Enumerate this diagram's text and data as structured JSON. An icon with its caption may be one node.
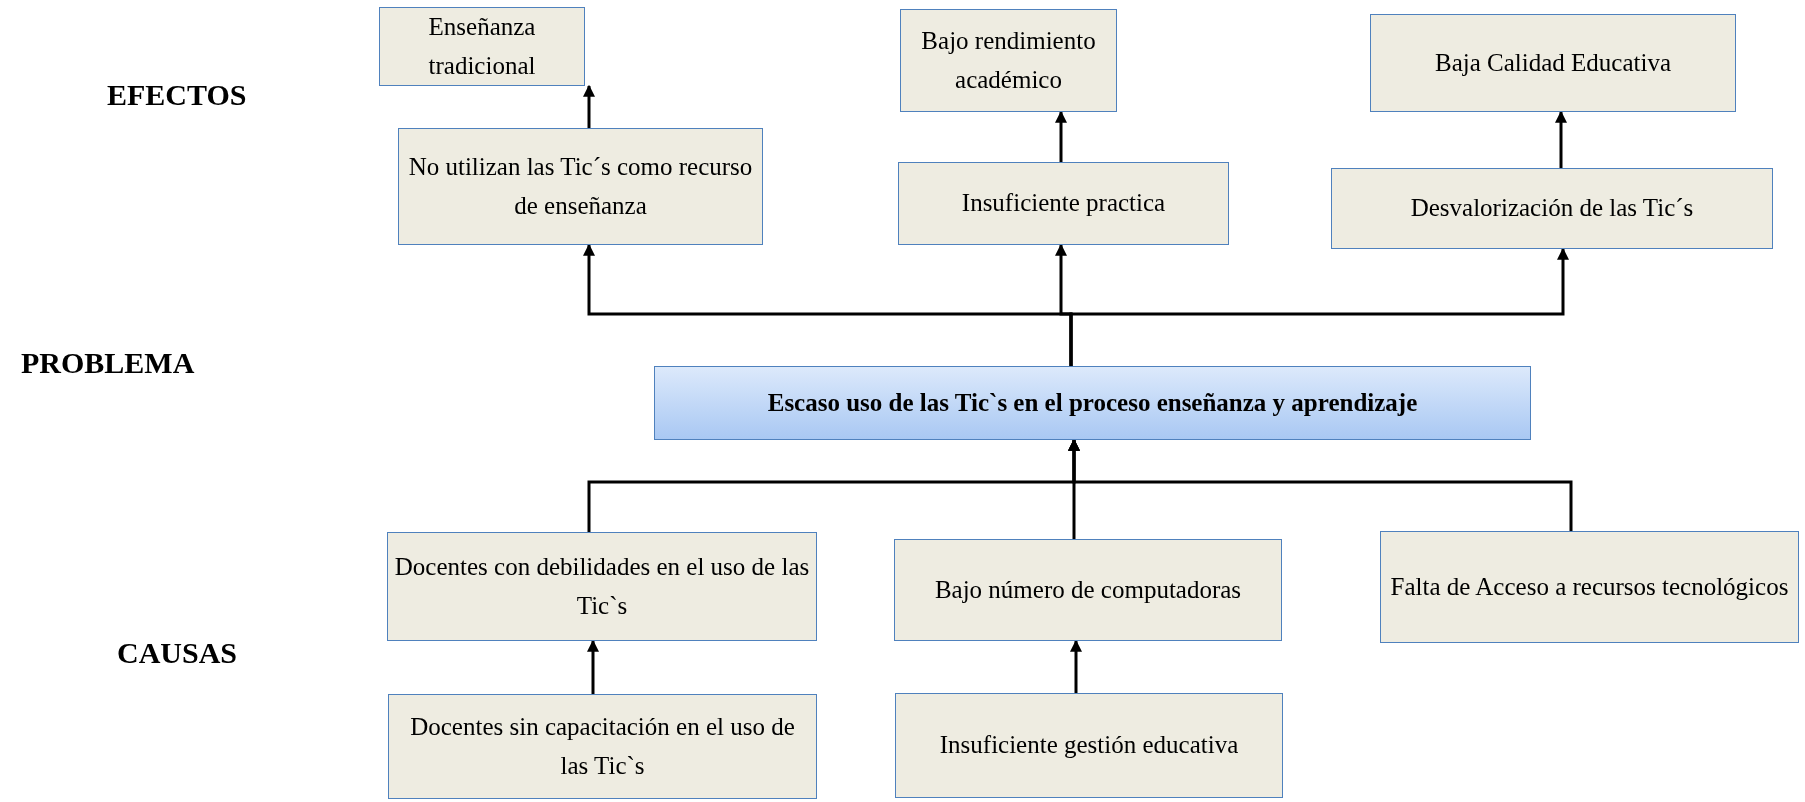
{
  "diagram": {
    "nodes": [
      {
        "text": [
          "Enseñanza tradicional"
        ]
      },
      {
        "text": [
          "Bajo rendimiento académico"
        ]
      },
      {
        "text": [
          "Baja Calidad Educativa"
        ]
      },
      {
        "text": [
          "No utilizan las Tic´s como recurso de enseñanza"
        ]
      },
      {
        "text": [
          "Insuficiente practica"
        ]
      },
      {
        "text": [
          "Desvalorización de las Tic´s"
        ]
      },
      {
        "text": [
          "Escaso uso de las Tic`s  en el proceso enseñanza  y aprendizaje"
        ]
      },
      {
        "text": [
          "Docentes con debilidades en el uso de las Tic`s"
        ]
      },
      {
        "text": [
          "Bajo número de computadoras"
        ]
      },
      {
        "text": [
          "Falta de Acceso a recursos tecnológicos"
        ]
      },
      {
        "text": [
          "Docentes sin capacitación en el uso de las Tic`s"
        ]
      },
      {
        "text": [
          "Insuficiente gestión educativa"
        ]
      }
    ],
    "edges": [
      {
        "from": 3,
        "to": 0,
        "arrow": "to"
      },
      {
        "from": 4,
        "to": 1,
        "arrow": "to"
      },
      {
        "from": 5,
        "to": 2,
        "arrow": "to"
      },
      {
        "from": 6,
        "to": 3,
        "arrow": "to"
      },
      {
        "from": 6,
        "to": 4,
        "arrow": "to"
      },
      {
        "from": 6,
        "to": 5,
        "arrow": "to"
      },
      {
        "from": 7,
        "to": 6,
        "arrow": "to"
      },
      {
        "from": 8,
        "to": 6,
        "arrow": "to"
      },
      {
        "from": 9,
        "to": 6,
        "arrow": "to"
      },
      {
        "from": 10,
        "to": 7,
        "arrow": "to"
      },
      {
        "from": 11,
        "to": 8,
        "arrow": "to"
      }
    ],
    "labels": [
      "EFECTOS",
      "PROBLEMA",
      "CAUSAS"
    ]
  }
}
